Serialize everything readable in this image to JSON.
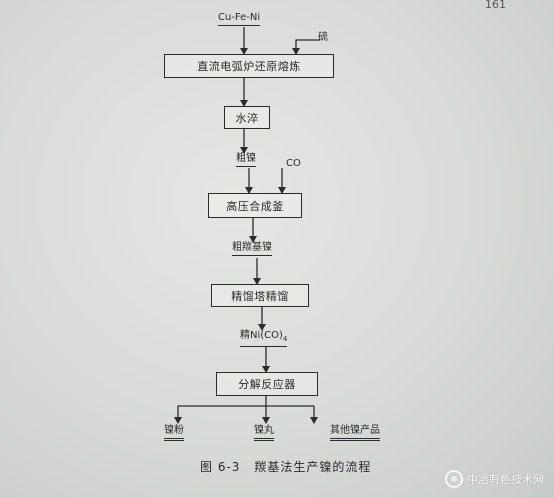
{
  "page_number": "161",
  "inputs": {
    "feed": "Cu-Fe-Ni",
    "sulfur": "硫",
    "co": "CO"
  },
  "steps": [
    "直流电弧炉还原熔炼",
    "水淬",
    "高压合成釜",
    "精馏塔精馏",
    "分解反应器"
  ],
  "intermediates": {
    "crude_nickel": "粗镍",
    "crude_carbonyl": "粗羰基镍",
    "refined_carbonyl_prefix": "精Ni(CO)",
    "refined_carbonyl_sub": "4"
  },
  "products": [
    "镍粉",
    "镍丸",
    "其他镍产品"
  ],
  "caption": {
    "number": "图 6-3",
    "title": "羰基法生产镍的流程"
  },
  "watermark": "中冶有色技术网"
}
